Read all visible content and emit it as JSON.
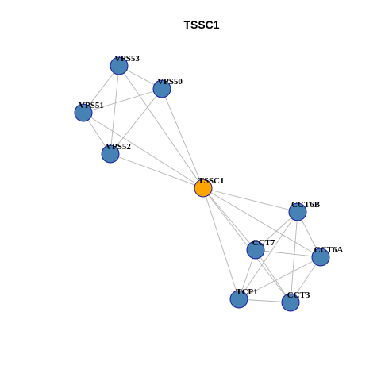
{
  "title": "TSSC1",
  "colors": {
    "hub": "#FFA500",
    "node": "#4682B4",
    "node_border": "#1a1aa6",
    "edge": "#b4b4b4"
  },
  "nodes": [
    {
      "id": "VPS53",
      "label": "VPS53",
      "hub": false
    },
    {
      "id": "VPS50",
      "label": "VPS50",
      "hub": false
    },
    {
      "id": "VPS51",
      "label": "VPS51",
      "hub": false
    },
    {
      "id": "VPS52",
      "label": "VPS52",
      "hub": false
    },
    {
      "id": "TSSC1",
      "label": "TSSC1",
      "hub": true
    },
    {
      "id": "CCT6B",
      "label": "CCT6B",
      "hub": false
    },
    {
      "id": "CCT7",
      "label": "CCT7",
      "hub": false
    },
    {
      "id": "CCT6A",
      "label": "CCT6A",
      "hub": false
    },
    {
      "id": "TCP1",
      "label": "TCP1",
      "hub": false
    },
    {
      "id": "CCT3",
      "label": "CCT3",
      "hub": false
    }
  ],
  "edges": [
    [
      "VPS53",
      "VPS50"
    ],
    [
      "VPS53",
      "VPS51"
    ],
    [
      "VPS53",
      "VPS52"
    ],
    [
      "VPS53",
      "TSSC1"
    ],
    [
      "VPS50",
      "VPS51"
    ],
    [
      "VPS50",
      "VPS52"
    ],
    [
      "VPS50",
      "TSSC1"
    ],
    [
      "VPS51",
      "VPS52"
    ],
    [
      "VPS51",
      "TSSC1"
    ],
    [
      "VPS52",
      "TSSC1"
    ],
    [
      "TSSC1",
      "CCT6B"
    ],
    [
      "TSSC1",
      "CCT7"
    ],
    [
      "TSSC1",
      "CCT6A"
    ],
    [
      "TSSC1",
      "TCP1"
    ],
    [
      "TSSC1",
      "CCT3"
    ],
    [
      "CCT6B",
      "CCT7"
    ],
    [
      "CCT6B",
      "CCT6A"
    ],
    [
      "CCT6B",
      "TCP1"
    ],
    [
      "CCT6B",
      "CCT3"
    ],
    [
      "CCT7",
      "CCT6A"
    ],
    [
      "CCT7",
      "TCP1"
    ],
    [
      "CCT7",
      "CCT3"
    ],
    [
      "CCT6A",
      "TCP1"
    ],
    [
      "CCT6A",
      "CCT3"
    ],
    [
      "TCP1",
      "CCT3"
    ]
  ]
}
